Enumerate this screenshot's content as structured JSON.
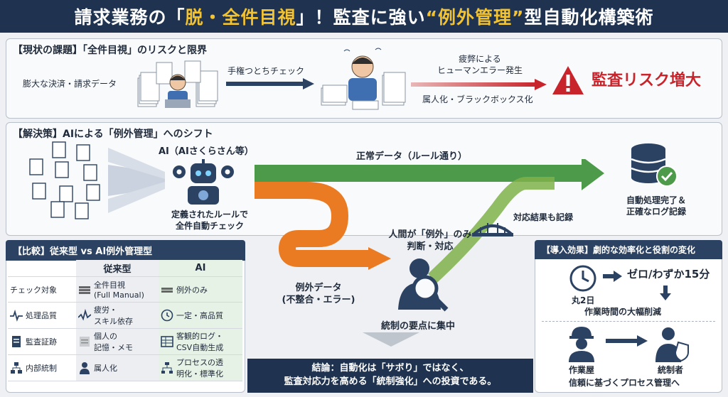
{
  "title": {
    "prefix": "請求業務の「",
    "highlight1": "脱・全件目視",
    "middle": "」！監査に強い",
    "highlight2": "“例外管理”",
    "suffix": "型自動化構築術"
  },
  "problem": {
    "heading": "【現状の課題】「全件目視」のリスクと限界",
    "data_label": "膨大な決済・請求データ",
    "manual_label": "手権つとちチェック",
    "fatigue_label": "疲弊による\nヒューマンエラー発生",
    "blackbox_label": "属人化・ブラックボックス化",
    "risk_label": "監査リスク増大"
  },
  "solution": {
    "heading": "【解決策】AIによる「例外管理」へのシフト",
    "ai_label": "AI（AIさくらさん等）",
    "rule_label": "定義されたルールで\n全件自動チェック",
    "normal_label": "正常データ（ルール通り）",
    "done_label": "自動処理完了＆\n正確なログ記録",
    "record_label": "対応結果も記録",
    "human_label": "人間が「例外」のみ\n判断・対応",
    "exception_label": "例外データ\n(不整合・エラー)",
    "focus_label": "統制の要点に集中"
  },
  "comparison": {
    "heading": "【比較】従来型 vs AI例外管理型",
    "col_old": "従来型",
    "col_ai": "AI",
    "rows": [
      {
        "label": "チェック対象",
        "old": "全件目視\n(Full Manual)",
        "ai": "例外のみ"
      },
      {
        "label": "処理品質",
        "old": "疲労・\nスキル依存",
        "ai": "一定・高品質"
      },
      {
        "label": "監査証跡",
        "old": "個人の\n記憶・メモ",
        "ai": "客観的ログ・\nCSV自動生成"
      },
      {
        "label": "内部統制",
        "old": "属人化",
        "ai": "プロセスの透\n明化・標準化"
      }
    ]
  },
  "effect": {
    "heading": "【導入効果】劇的な効率化と役割の変化",
    "before_time": "丸2日",
    "after_time": "ゼロ/わずか15分",
    "time_caption": "作業時間の大幅削減",
    "role_before": "作業屋",
    "role_after": "統制者",
    "role_caption": "信頼に基づくプロセス管理へ"
  },
  "conclusion": {
    "line1": "結論：自動化は「サボり」ではなく、",
    "line2": "監査対応力を高める「統制強化」への投資である。"
  },
  "colors": {
    "navy": "#1f3350",
    "green": "#4c9a4a",
    "orange": "#ea7b22",
    "red": "#c8242b",
    "yellow": "#f2c230"
  }
}
